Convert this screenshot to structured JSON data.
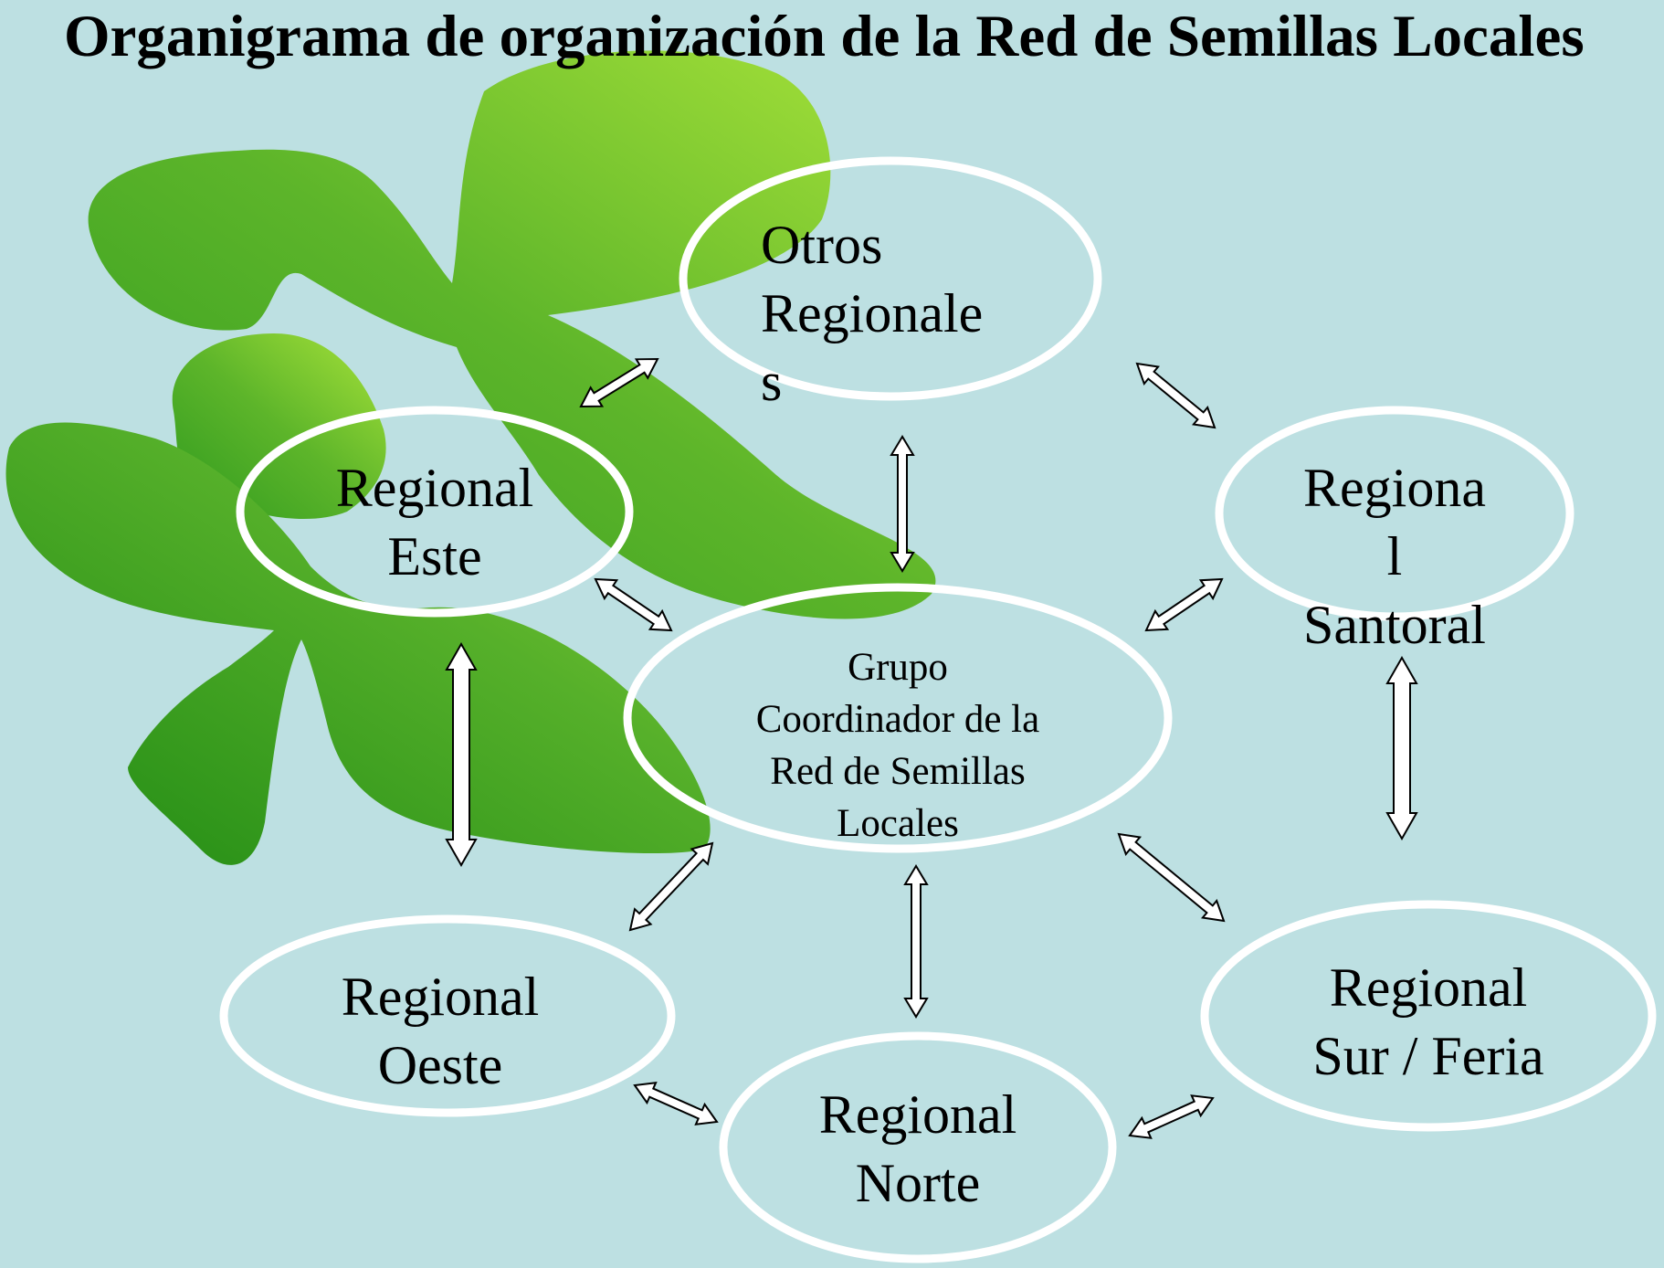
{
  "title": "Organigrama de organización de la Red de Semillas Locales",
  "colors": {
    "background": "#bde0e2",
    "ellipse_stroke": "#ffffff",
    "leaf_dark": "#2f9a1f",
    "leaf_mid": "#5db52a",
    "leaf_light": "#a9e33a",
    "arrow_fill": "#ffffff",
    "arrow_stroke": "#000000"
  },
  "nodes": {
    "otros": [
      "Otros",
      "Regionale",
      "s"
    ],
    "este": [
      "Regional",
      "Este"
    ],
    "santoral": [
      "Regiona",
      "l",
      "Santoral"
    ],
    "centro": [
      "Grupo",
      "Coordinador de la",
      "Red de Semillas",
      "Locales"
    ],
    "oeste": [
      "Regional",
      "Oeste"
    ],
    "norte": [
      "Regional",
      "Norte"
    ],
    "sur": [
      "Regional",
      "Sur / Feria"
    ]
  }
}
